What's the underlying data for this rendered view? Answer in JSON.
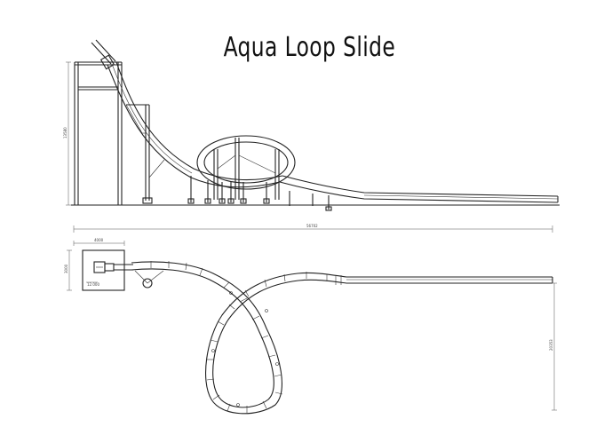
{
  "title": "Aqua Loop Slide",
  "dimensions": {
    "overall_length": "56702",
    "platform_width": "4000",
    "platform_depth": "3000",
    "tower_height": "13580",
    "loop_span": "20353",
    "platform_elevation": "12.000"
  }
}
